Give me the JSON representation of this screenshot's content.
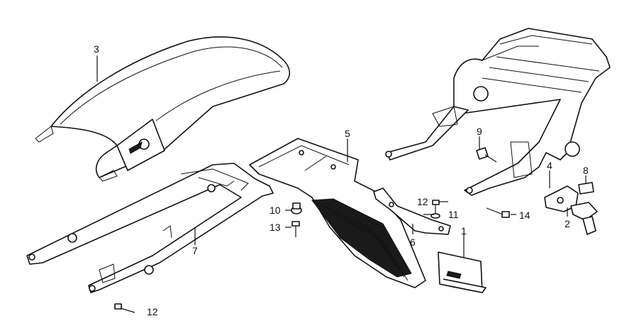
{
  "callouts": [
    {
      "id": "license-plate-bracket",
      "text": "1"
    },
    {
      "id": "key-lock-assembly",
      "text": "2"
    },
    {
      "id": "rear-cowl",
      "text": "3"
    },
    {
      "id": "rear-carrier",
      "text": "4"
    },
    {
      "id": "rear-fender",
      "text": "5"
    },
    {
      "id": "reflector-stay",
      "text": "6"
    },
    {
      "id": "seat-rail",
      "text": "7"
    },
    {
      "id": "key-tag",
      "text": "8"
    },
    {
      "id": "bolt-9",
      "text": "9"
    },
    {
      "id": "nut-10",
      "text": "10"
    },
    {
      "id": "washer-11",
      "text": "11"
    },
    {
      "id": "bolt-12-upper",
      "text": "12"
    },
    {
      "id": "bolt-12-lower",
      "text": "12"
    },
    {
      "id": "bolt-13",
      "text": "13"
    },
    {
      "id": "bolt-14",
      "text": "14"
    }
  ],
  "colors": {
    "ink": "#111111",
    "paper": "#ffffff"
  }
}
